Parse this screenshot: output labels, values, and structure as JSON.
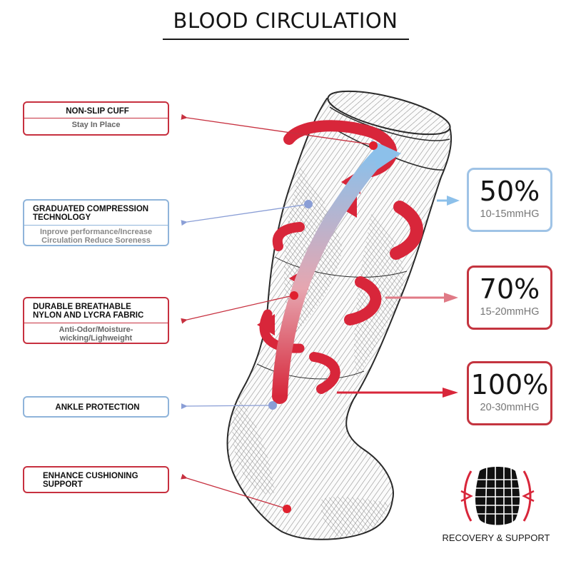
{
  "header": {
    "title": "BLOOD CIRCULATION"
  },
  "features": [
    {
      "title": "NON-SLIP CUFF",
      "subtitle": "Stay In Place",
      "color": "#c7303f"
    },
    {
      "title": "GRADUATED COMPRESSION TECHNOLOGY",
      "subtitle": "Inprove performance/Increase Circulation Reduce Soreness",
      "color": "#8fb4da"
    },
    {
      "title": "DURABLE BREATHABLE NYLON AND LYCRA FABRIC",
      "subtitle": "Anti-Odor/Moisture-wicking/Lighweight",
      "color": "#c7303f"
    },
    {
      "title": "ANKLE PROTECTION",
      "subtitle": "",
      "color": "#8fb4da"
    },
    {
      "title": "ENHANCE CUSHIONING SUPPORT",
      "subtitle": "",
      "color": "#c7303f"
    }
  ],
  "compression": [
    {
      "percent": "50%",
      "pressure": "10-15mmHG",
      "color": "#9fc3e6"
    },
    {
      "percent": "70%",
      "pressure": "15-20mmHG",
      "color": "#c4343f"
    },
    {
      "percent": "100%",
      "pressure": "20-30mmHG",
      "color": "#c4343f"
    }
  ],
  "badge": {
    "label": "RECOVERY & SUPPORT",
    "icon": "compression-mesh-icon"
  },
  "icons": {
    "sock": "compression-sock-illustration",
    "flow": "blood-flow-arrow-icon"
  }
}
